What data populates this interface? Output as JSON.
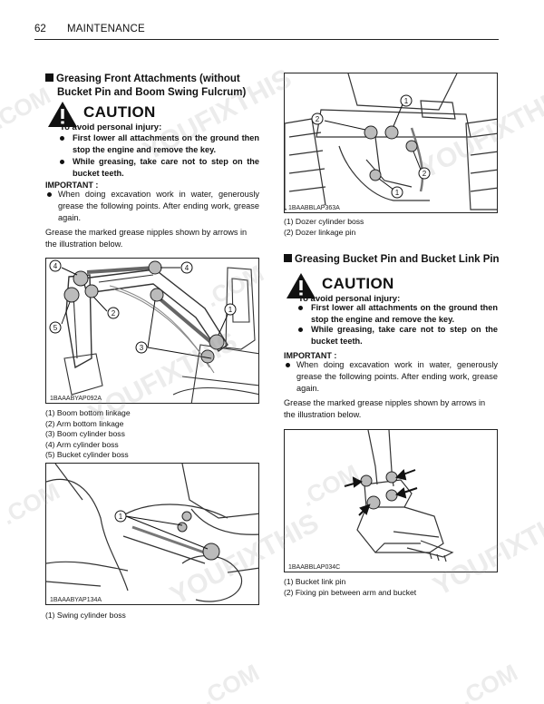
{
  "header": {
    "page_number": "62",
    "section": "MAINTENANCE"
  },
  "left": {
    "title_line1": "Greasing Front Attachments (without",
    "title_line2": "Bucket Pin and Boom Swing Fulcrum)",
    "caution": {
      "word": "CAUTION",
      "avoid": "To avoid personal injury:",
      "bullet1": "First lower all attachments on the ground then stop the engine and remove the key.",
      "bullet2": "While greasing, take care not to step on the bucket teeth."
    },
    "important": {
      "heading": "IMPORTANT :",
      "text": "When doing excavation work in water, generously grease the following points. After ending work, grease again."
    },
    "instruction": "Grease the marked grease nipples shown by arrows in the illustration below.",
    "figure1": {
      "code": "1BAAABYAP092A",
      "callouts": [
        "1",
        "2",
        "3",
        "4",
        "5"
      ],
      "captions": [
        "(1) Boom bottom linkage",
        "(2) Arm bottom linkage",
        "(3) Boom cylinder boss",
        "(4) Arm cylinder boss",
        "(5) Bucket cylinder boss"
      ]
    },
    "figure2": {
      "code": "1BAAABYAP134A",
      "callouts": [
        "1"
      ],
      "captions": [
        "(1) Swing cylinder boss"
      ]
    }
  },
  "right": {
    "figure3": {
      "code": "1BAABBLAP363A",
      "callouts": [
        "1",
        "2"
      ],
      "captions": [
        "(1) Dozer cylinder boss",
        "(2) Dozer linkage pin"
      ]
    },
    "title": "Greasing Bucket Pin and Bucket Link Pin",
    "caution": {
      "word": "CAUTION",
      "avoid": "To avoid personal injury:",
      "bullet1": "First lower all attachments on the ground then stop the engine and remove the key.",
      "bullet2": "While greasing, take care not to step on the bucket teeth."
    },
    "important": {
      "heading": "IMPORTANT :",
      "text": "When doing excavation work in water, generously grease the following points. After ending work, grease again."
    },
    "instruction": "Grease the marked grease nipples shown by arrows in the illustration below.",
    "figure4": {
      "code": "1BAABBLAP034C",
      "captions": [
        "(1) Bucket link pin",
        "(2) Fixing pin between arm and bucket"
      ]
    }
  },
  "watermark": {
    "text1": "YOUFIXTHIS",
    "text2": ".COM"
  }
}
